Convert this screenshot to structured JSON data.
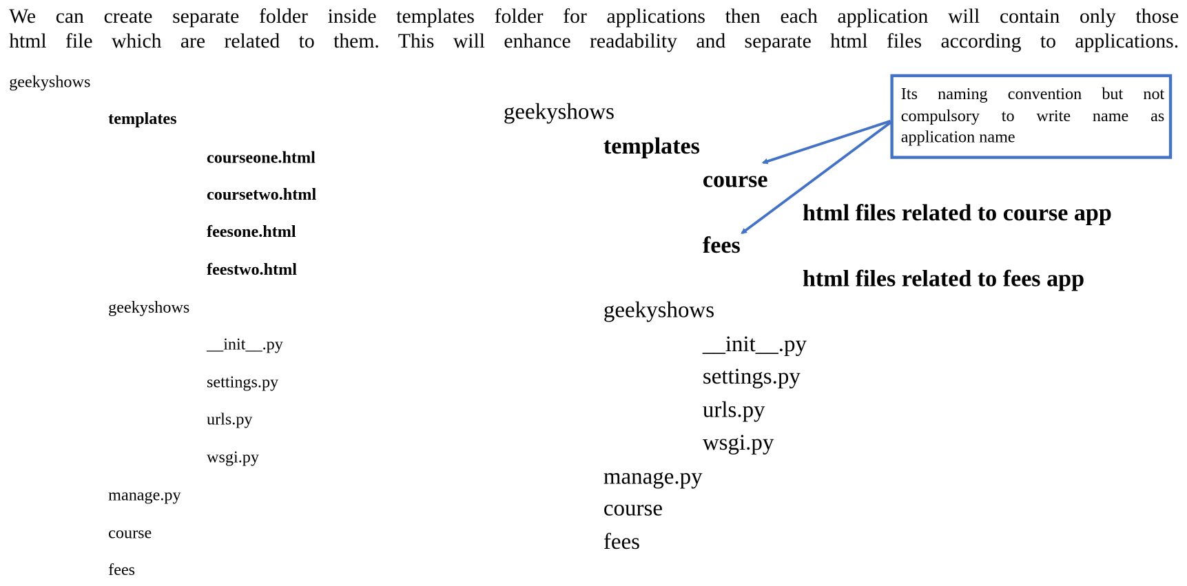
{
  "intro": {
    "line1": "We can create separate folder inside templates folder for applications then each application will contain only those",
    "line2": "html file which are related to them. This will enhance readability and separate html files according to applications."
  },
  "left_tree": {
    "root": "geekyshows",
    "templates": "templates",
    "template_files": [
      "courseone.html",
      "coursetwo.html",
      "feesone.html",
      "feestwo.html"
    ],
    "project": "geekyshows",
    "project_files": [
      "__init__.py",
      "settings.py",
      "urls.py",
      "wsgi.py"
    ],
    "manage": "manage.py",
    "apps": [
      "course",
      "fees"
    ]
  },
  "right_tree": {
    "root": "geekyshows",
    "templates": "templates",
    "course_folder": "course",
    "course_desc": "html files related to course app",
    "fees_folder": "fees",
    "fees_desc": "html files related to fees app",
    "project": "geekyshows",
    "project_files": [
      "__init__.py",
      "settings.py",
      "urls.py",
      "wsgi.py"
    ],
    "manage": "manage.py",
    "apps": [
      "course",
      "fees"
    ]
  },
  "callout": {
    "text": "Its naming convention but not compulsory to write name as application name",
    "color": "#4472c4"
  }
}
